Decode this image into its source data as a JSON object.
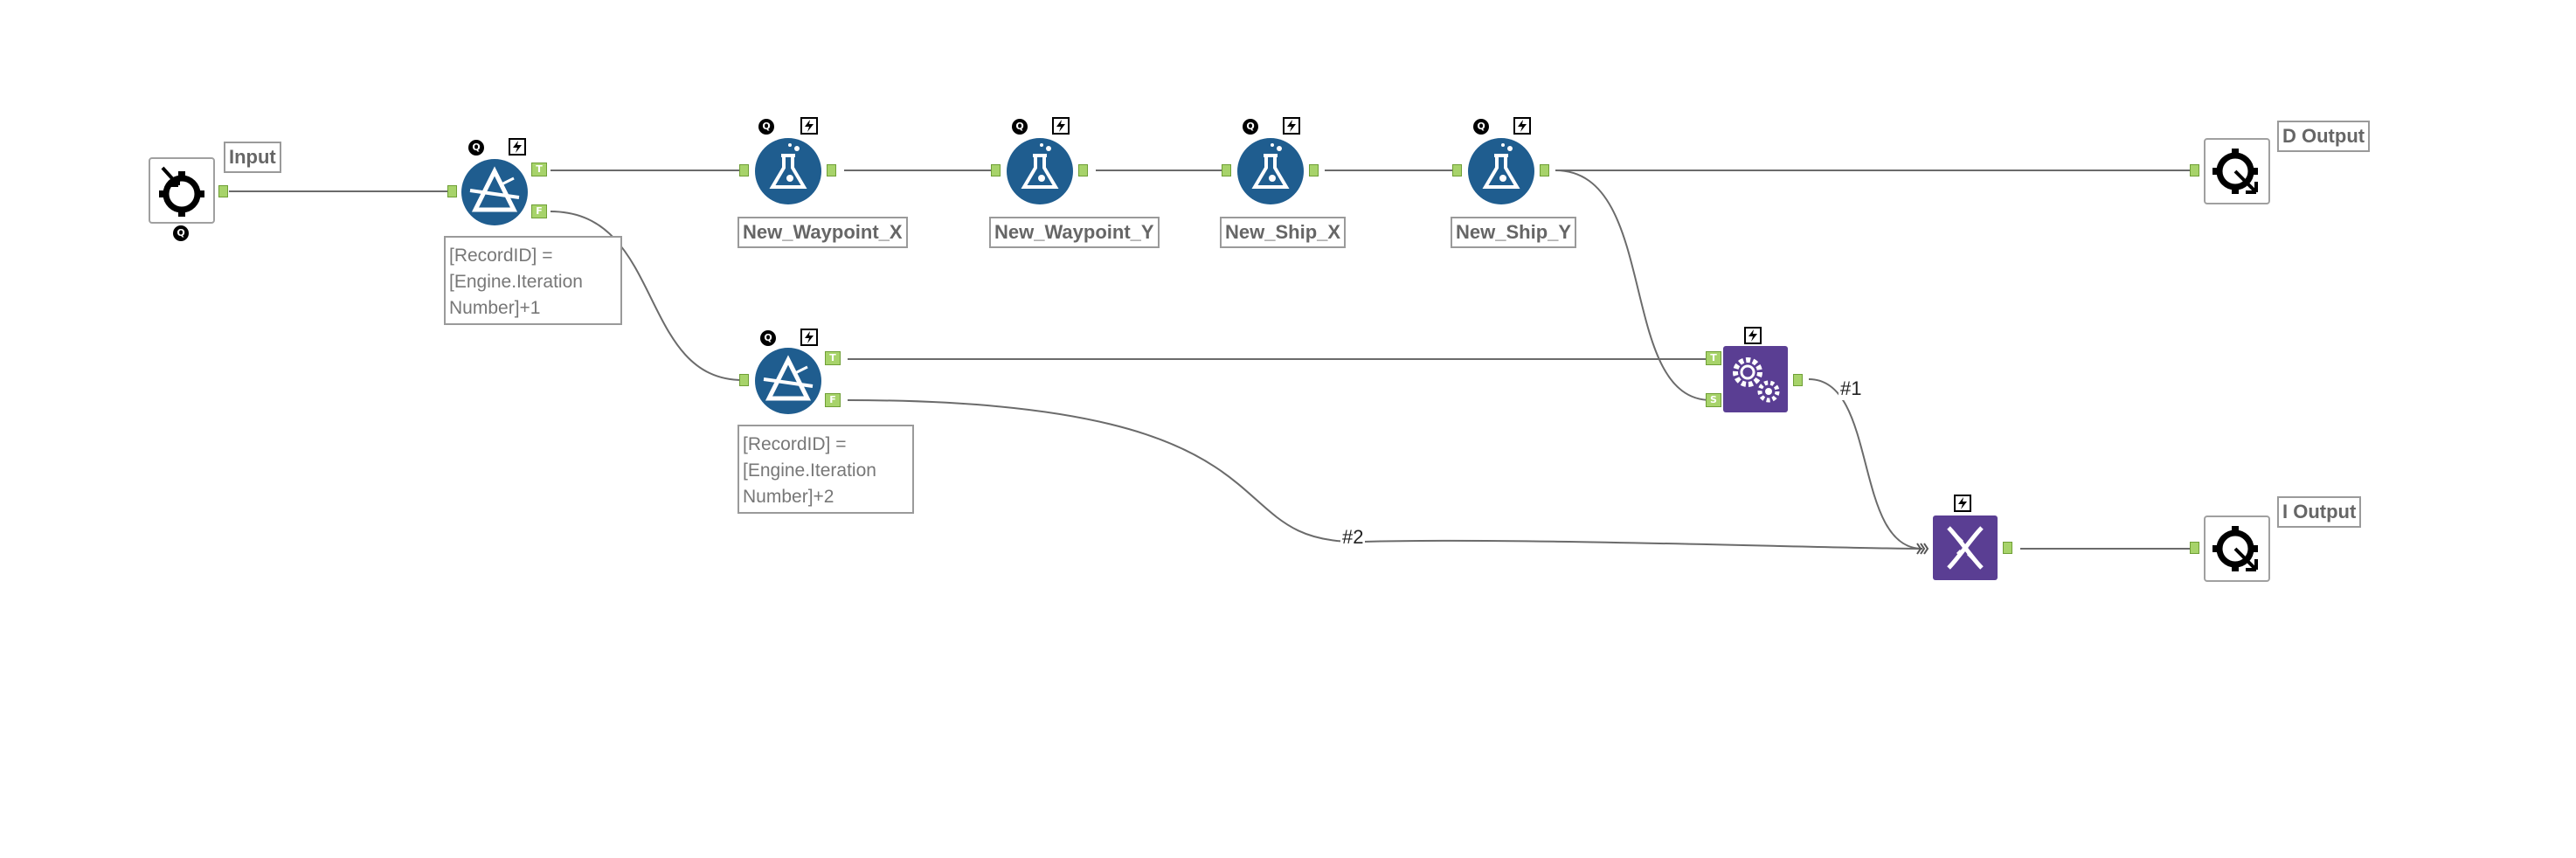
{
  "tools": {
    "input": {
      "label": "Input",
      "badge": "Q",
      "icon": "macro-input-icon"
    },
    "filter1": {
      "note_line1": "[RecordID] =",
      "note_line2": "[Engine.Iteration",
      "note_line3": "Number]+1",
      "badge": "Q",
      "anchor_t": "T",
      "anchor_f": "F",
      "icon": "filter-icon"
    },
    "filter2": {
      "note_line1": "[RecordID] =",
      "note_line2": "[Engine.Iteration",
      "note_line3": "Number]+2",
      "badge": "Q",
      "anchor_t": "T",
      "anchor_f": "F",
      "icon": "filter-icon"
    },
    "formula1": {
      "label": "New_Waypoint_X",
      "badge": "Q",
      "icon": "formula-icon"
    },
    "formula2": {
      "label": "New_Waypoint_Y",
      "badge": "Q",
      "icon": "formula-icon"
    },
    "formula3": {
      "label": "New_Ship_X",
      "badge": "Q",
      "icon": "formula-icon"
    },
    "formula4": {
      "label": "New_Ship_Y",
      "badge": "Q",
      "icon": "formula-icon"
    },
    "macro": {
      "anchor_t": "T",
      "anchor_s": "S",
      "icon": "gears-icon"
    },
    "union": {
      "icon": "dna-icon"
    },
    "d_output": {
      "label": "D Output",
      "icon": "macro-output-icon"
    },
    "i_output": {
      "label": "I Output",
      "icon": "macro-output-icon"
    }
  },
  "wire_labels": {
    "one": "#1",
    "two": "#2"
  },
  "colors": {
    "formula_blue": "#1f5d8f",
    "macro_purple": "#5a3e93",
    "anchor_green": "#a7d36a",
    "wire": "#6b6b6b"
  }
}
